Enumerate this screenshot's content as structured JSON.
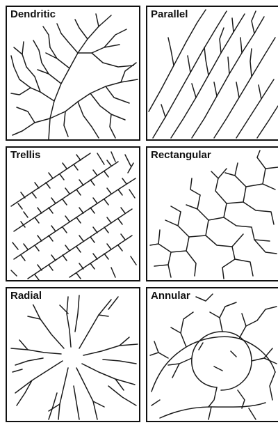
{
  "panels": [
    {
      "id": "dendritic",
      "label": "Dendritic"
    },
    {
      "id": "parallel",
      "label": "Parallel"
    },
    {
      "id": "trellis",
      "label": "Trellis"
    },
    {
      "id": "rectangular",
      "label": "Rectangular"
    },
    {
      "id": "radial",
      "label": "Radial"
    },
    {
      "id": "annular",
      "label": "Annular"
    }
  ]
}
